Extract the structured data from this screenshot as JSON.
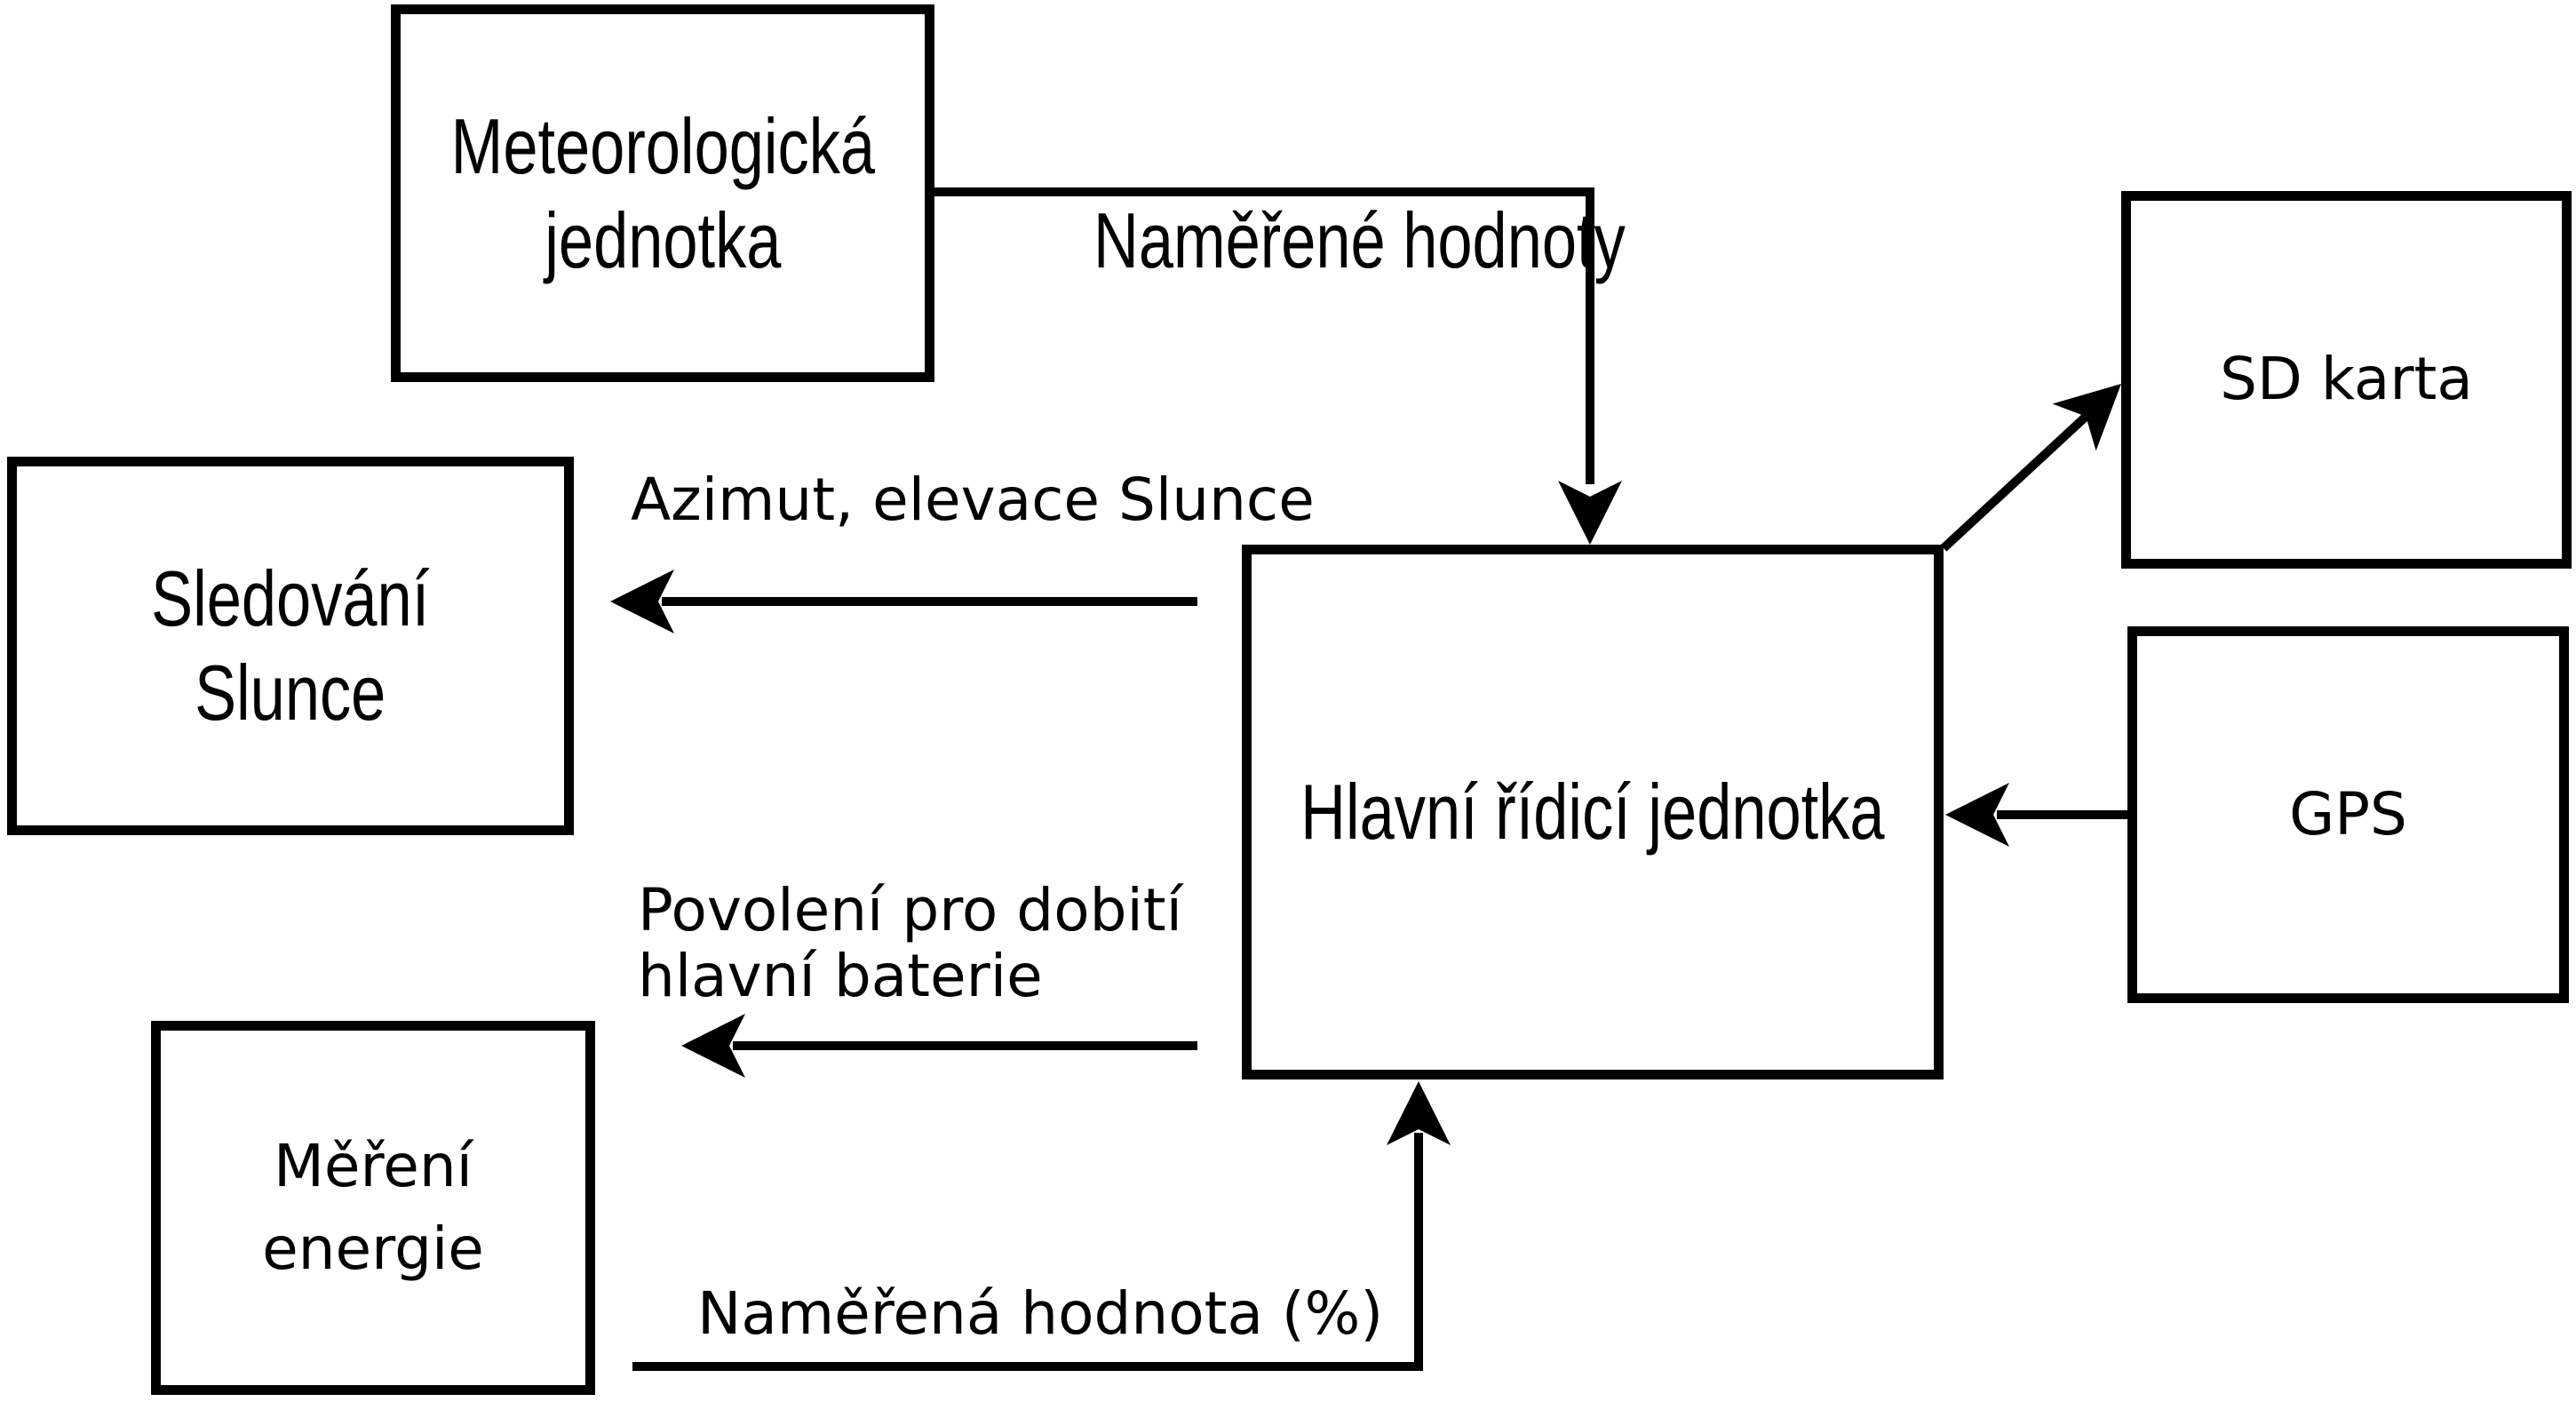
{
  "page": {
    "background_color": "#ffffff",
    "line_color": "#000000",
    "text_color": "#000000"
  },
  "diagram": {
    "boxes": [
      {
        "id": "meteorologicka-jednotka",
        "label": "Meteorologická\njednotka"
      },
      {
        "id": "sd-karta",
        "label": "SD karta"
      },
      {
        "id": "sledovani-slunce",
        "label": "Sledování\nSlunce"
      },
      {
        "id": "hlavni-ridici-jednotka",
        "label": "Hlavní řídicí jednotka"
      },
      {
        "id": "gps",
        "label": "GPS"
      },
      {
        "id": "mereni-energie",
        "label": "Měření\nenergie"
      }
    ],
    "edges": [
      {
        "from": "Meteorologická jednotka",
        "to": "Hlavní řídicí jednotka",
        "label": "Naměřené hodnoty"
      },
      {
        "from": "Hlavní řídicí jednotka",
        "to": "SD karta",
        "label": ""
      },
      {
        "from": "GPS",
        "to": "Hlavní řídicí jednotka",
        "label": ""
      },
      {
        "from": "Hlavní řídicí jednotka",
        "to": "Sledování Slunce",
        "label": "Azimut, elevace Slunce"
      },
      {
        "from": "Hlavní řídicí jednotka",
        "to": "",
        "label": "Povolení pro dobití\nhlavní baterie"
      },
      {
        "from": "Měření energie",
        "to": "Hlavní řídicí jednotka",
        "label": "Naměřená hodnota (%)"
      }
    ]
  }
}
